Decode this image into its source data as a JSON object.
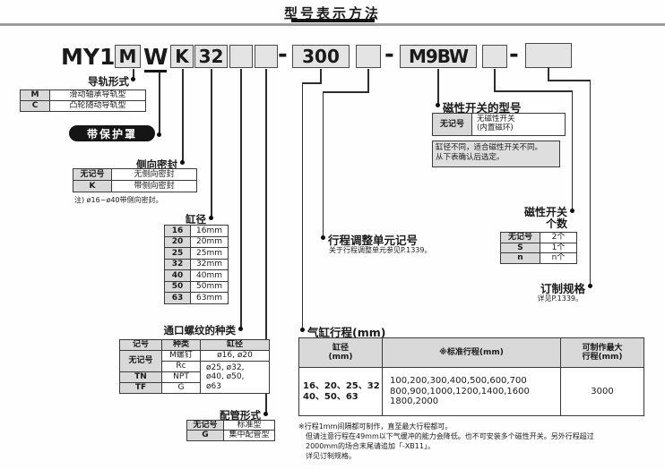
{
  "page_title": "型号表示方法",
  "model_code": {
    "prefix": "MY1",
    "seg_m": "M",
    "seg_w": "W",
    "seg_k": "K",
    "seg_bore": "32",
    "seg_stroke": "300",
    "seg_switch": "M9BW",
    "dash": "-"
  },
  "guide_type": {
    "title": "导轨形式",
    "rows": [
      {
        "sym": "M",
        "desc": "滑动轴承导轨型"
      },
      {
        "sym": "C",
        "desc": "凸轮随动导轨型"
      }
    ]
  },
  "protective_cover": {
    "label": "带保护罩"
  },
  "side_seal": {
    "title": "侧向密封",
    "rows": [
      {
        "sym": "无记号",
        "desc": "无侧向密封"
      },
      {
        "sym": "K",
        "desc": "带侧向密封"
      }
    ],
    "note": "注) ø16~ø40带侧向密封。"
  },
  "bore": {
    "title": "缸径",
    "rows": [
      {
        "sym": "16",
        "desc": "16mm"
      },
      {
        "sym": "20",
        "desc": "20mm"
      },
      {
        "sym": "25",
        "desc": "25mm"
      },
      {
        "sym": "32",
        "desc": "32mm"
      },
      {
        "sym": "40",
        "desc": "40mm"
      },
      {
        "sym": "50",
        "desc": "50mm"
      },
      {
        "sym": "63",
        "desc": "63mm"
      }
    ]
  },
  "port_thread": {
    "title": "通口螺纹的种类",
    "h_sym": "记号",
    "h_type": "种类",
    "h_bore": "缸径",
    "sym_none": "无记号",
    "sym_tn": "TN",
    "sym_tf": "TF",
    "type_m": "M螺钉",
    "type_rc": "Rc",
    "type_npt": "NPT",
    "type_g": "G",
    "bore_small": "ø16, ø20",
    "bore_l1": "ø25, ø32,",
    "bore_l2": "ø40, ø50,",
    "bore_l3": "ø63"
  },
  "piping": {
    "title": "配管形式",
    "rows": [
      {
        "sym": "无记号",
        "desc": "标准型"
      },
      {
        "sym": "G",
        "desc": "集中配管型"
      }
    ]
  },
  "stroke_adjust": {
    "title": "行程调整单元记号",
    "subtitle": "关于行程调整单元参见P.1339。"
  },
  "cylinder_stroke": {
    "title": "气缸行程(mm)",
    "h_bore_l1": "缸径",
    "h_bore_l2": "(mm)",
    "h_std": "※标准行程(mm)",
    "h_max_l1": "可制作最大",
    "h_max_l2": "行程(mm)",
    "bore_l1": "16、20、25、32",
    "bore_l2": "40、50、63",
    "std_l1": "100,200,300,400,500,600,700",
    "std_l2": "800,900,1000,1200,1400,1600",
    "std_l3": "1800,2000",
    "max": "3000",
    "notes": [
      "※行程1mm间隔都可制作，直至最大行程都可。",
      "但请注意行程在49mm以下气缓冲的能力会降低。也不可安装多个磁性开关。另外行程超过",
      "2000mm的场合末尾请追加「-XB11」。",
      "详见订制规格。"
    ]
  },
  "switch_model": {
    "title": "磁性开关的型号",
    "sym": "无记号",
    "value_l1": "无磁性开关",
    "value_l2": "(内置磁环)",
    "note_l1": "缸径不同，适合磁性开关不同。",
    "note_l2": "从下表确认后选定。"
  },
  "switch_qty": {
    "title_l1": "磁性开关",
    "title_l2": "个数",
    "rows": [
      {
        "sym": "无记号",
        "desc": "2个"
      },
      {
        "sym": "S",
        "desc": "1个"
      },
      {
        "sym": "n",
        "desc": "n个"
      }
    ]
  },
  "made_to_order": {
    "title": "订制规格",
    "subtitle": "详见P.1339。"
  }
}
